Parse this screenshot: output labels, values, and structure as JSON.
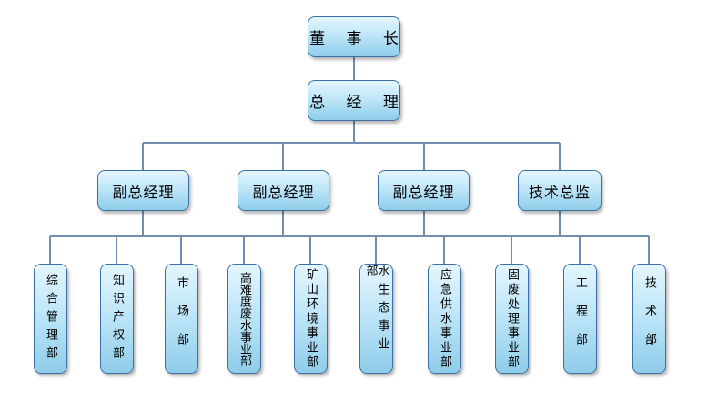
{
  "chairman": "董 事 长",
  "general_manager": "总 经 理",
  "executives": [
    "副总经理",
    "副总经理",
    "副总经理",
    "技术总监"
  ],
  "departments": [
    "综合管理部",
    "知识产权部",
    "市场部",
    "高难度废水事业部",
    "矿山环境事业部",
    "水生态事业部",
    "应急供水事业部",
    "固废处理事业部",
    "工程部",
    "技术部"
  ],
  "colors": {
    "line": "#6f8eb0",
    "border": "#3c6fa3",
    "fill_top": "#e4f6fd",
    "fill_bottom": "#8fcdea"
  }
}
